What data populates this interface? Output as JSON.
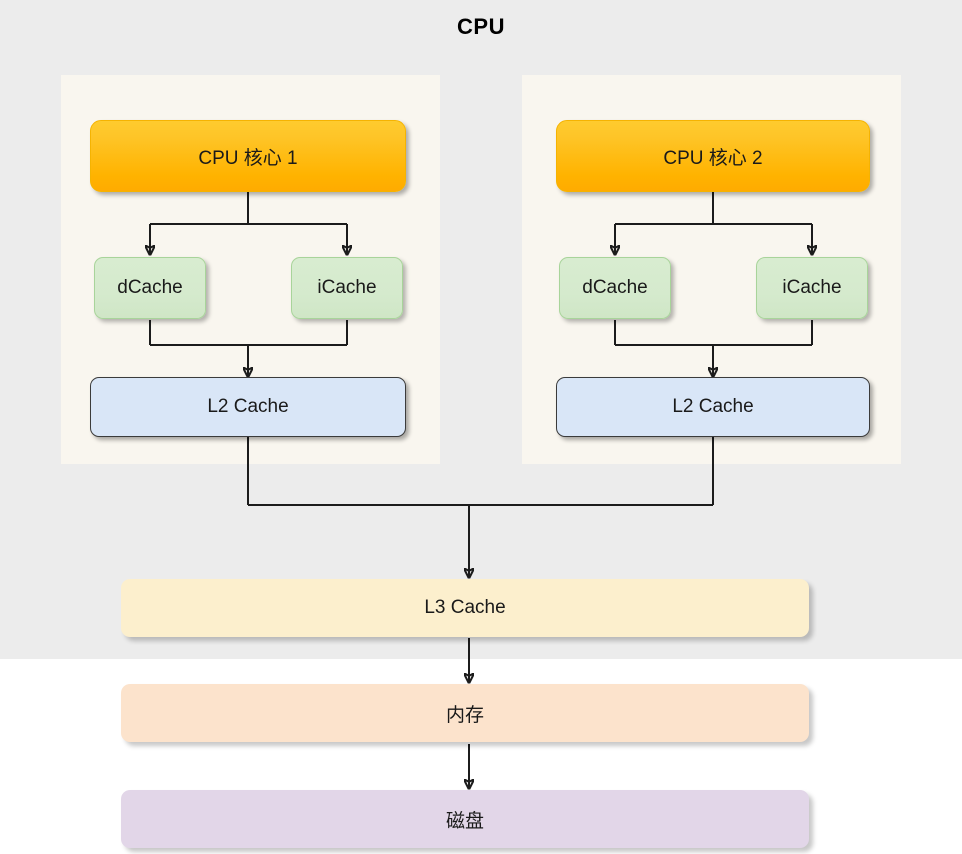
{
  "diagram": {
    "title": "CPU",
    "background": "#ffffff",
    "cpu_region_color": "#ececec",
    "core_group_color": "#f9f6ef"
  },
  "cores": [
    {
      "label": "CPU 核心 1",
      "color": "#ffb300",
      "caches": [
        {
          "label": "dCache",
          "color": "#d5eacd"
        },
        {
          "label": "iCache",
          "color": "#d5eacd"
        }
      ],
      "l2": {
        "label": "L2 Cache",
        "color": "#d9e6f7"
      }
    },
    {
      "label": "CPU 核心 2",
      "color": "#ffb300",
      "caches": [
        {
          "label": "dCache",
          "color": "#d5eacd"
        },
        {
          "label": "iCache",
          "color": "#d5eacd"
        }
      ],
      "l2": {
        "label": "L2 Cache",
        "color": "#d9e6f7"
      }
    }
  ],
  "shared": {
    "l3": {
      "label": "L3 Cache",
      "color": "#fcefcd"
    },
    "memory": {
      "label": "内存",
      "color": "#fce3cc"
    },
    "disk": {
      "label": "磁盘",
      "color": "#e2d6e8"
    }
  }
}
